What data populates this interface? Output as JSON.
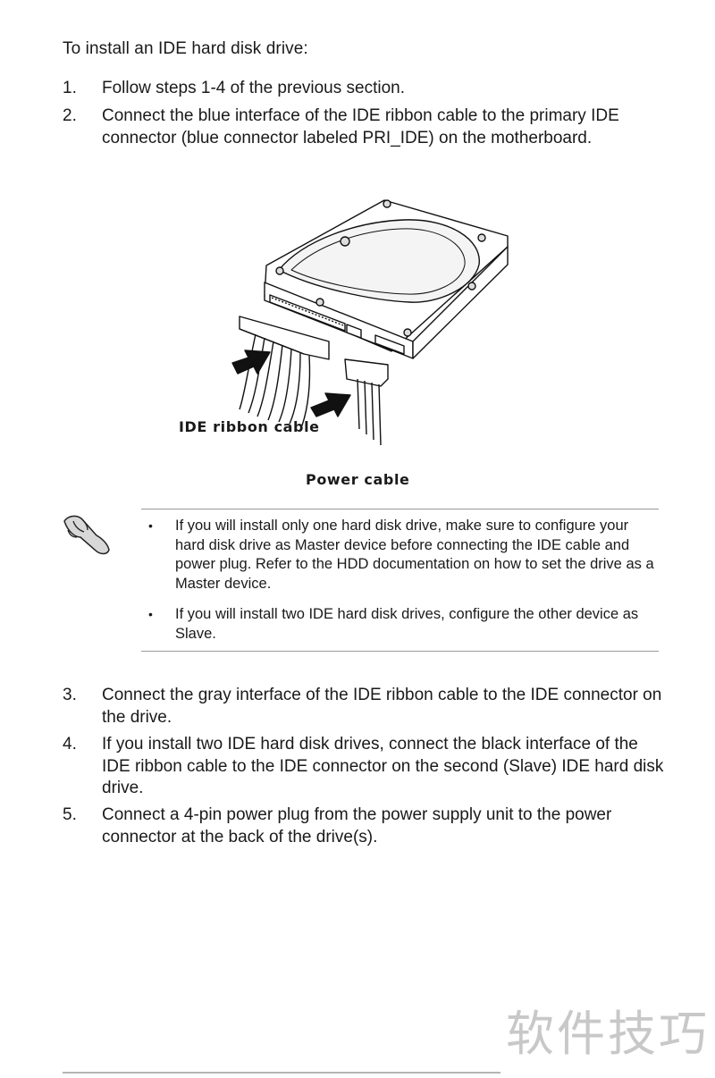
{
  "intro": "To install an IDE hard disk drive:",
  "steps": [
    {
      "num": "1.",
      "text": "Follow steps 1-4 of the previous section."
    },
    {
      "num": "2.",
      "text": "Connect the blue interface of the IDE ribbon cable to the primary IDE connector (blue connector labeled PRI_IDE) on the motherboard."
    },
    {
      "num": "3.",
      "text": "Connect the gray interface of the IDE ribbon cable to the IDE connector on the drive."
    },
    {
      "num": "4.",
      "text": "If you install two IDE hard disk drives, connect the black interface of the IDE ribbon cable to the IDE connector on the second (Slave) IDE hard disk drive."
    },
    {
      "num": "5.",
      "text": "Connect a 4-pin power plug from the power supply unit to the power connector at the back of the drive(s)."
    }
  ],
  "figure": {
    "ribbon_label": "IDE ribbon cable",
    "power_label": "Power cable"
  },
  "note": {
    "icon": "hand-pointing-note-icon",
    "bullets": [
      "If you will install only one hard disk drive, make sure to configure your hard disk drive as Master device before connecting the IDE cable and power plug. Refer to the HDD documentation on how to set the drive as a Master device.",
      "If you will install two IDE hard disk drives, configure the other device as Slave."
    ],
    "bullet_char": "•"
  },
  "watermark": "软件技巧"
}
